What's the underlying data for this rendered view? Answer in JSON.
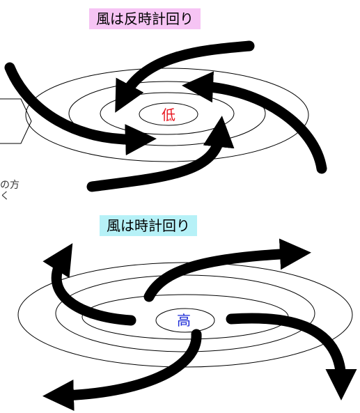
{
  "low_pressure": {
    "title": "風は反時計回り",
    "center_label": "低",
    "center_color": "#e8141e",
    "title_bg": "#f6c4f4"
  },
  "high_pressure": {
    "title": "風は時計回り",
    "center_label": "高",
    "center_color": "#1a2ad6",
    "title_bg": "#b6f1f7"
  },
  "side_note": {
    "line1": "の方",
    "line2": "く"
  }
}
